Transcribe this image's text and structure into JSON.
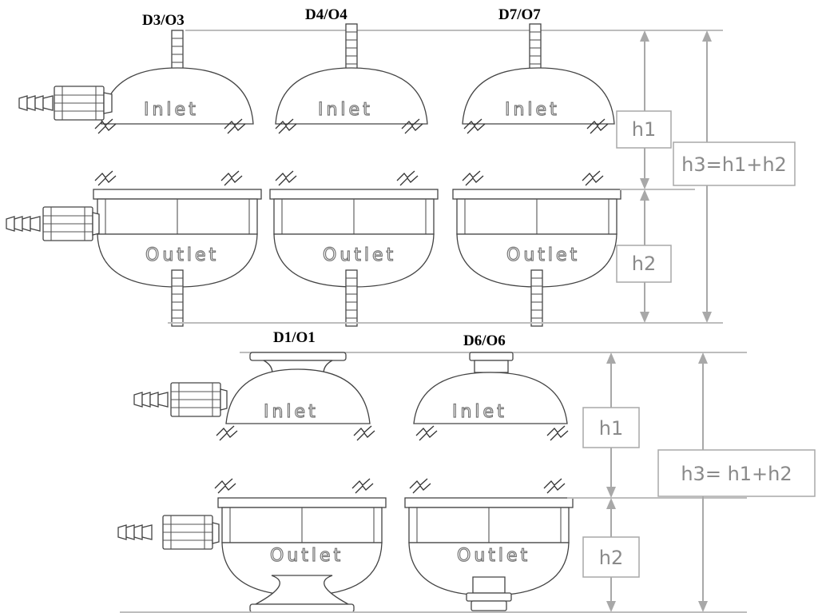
{
  "diagram": {
    "top_group": {
      "variants": [
        {
          "code": "D3/O3",
          "inlet_label": "Inlet",
          "outlet_label": "Outlet"
        },
        {
          "code": "D4/O4",
          "inlet_label": "Inlet",
          "outlet_label": "Outlet"
        },
        {
          "code": "D7/O7",
          "inlet_label": "Inlet",
          "outlet_label": "Outlet"
        }
      ],
      "dimensions": {
        "h1": "h1",
        "h2": "h2",
        "h3": "h3=h1+h2"
      }
    },
    "bottom_group": {
      "variants": [
        {
          "code": "D1/O1",
          "inlet_label": "Inlet",
          "outlet_label": "Outlet"
        },
        {
          "code": "D6/O6",
          "inlet_label": "Inlet",
          "outlet_label": "Outlet"
        }
      ],
      "dimensions": {
        "h1": "h1",
        "h2": "h2",
        "h3": "h3= h1+h2"
      }
    },
    "colors": {
      "outline": "#444444",
      "dimension": "#a8a8a8",
      "label": "#777777"
    }
  }
}
